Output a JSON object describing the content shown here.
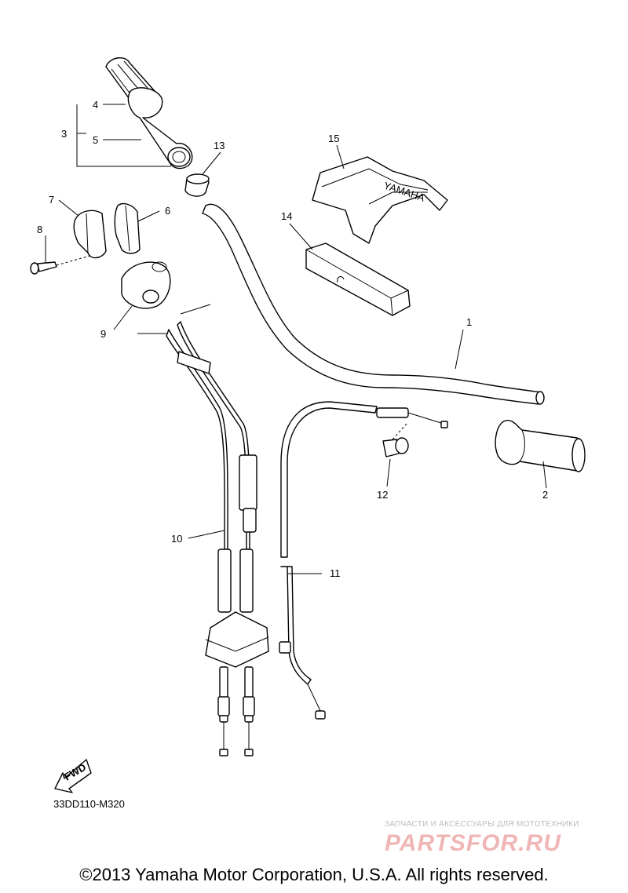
{
  "diagram": {
    "callouts": [
      {
        "id": "1",
        "label": "1"
      },
      {
        "id": "2",
        "label": "2"
      },
      {
        "id": "3",
        "label": "3"
      },
      {
        "id": "4",
        "label": "4"
      },
      {
        "id": "5",
        "label": "5"
      },
      {
        "id": "6",
        "label": "6"
      },
      {
        "id": "7",
        "label": "7"
      },
      {
        "id": "8",
        "label": "8"
      },
      {
        "id": "9",
        "label": "9"
      },
      {
        "id": "10",
        "label": "10"
      },
      {
        "id": "11",
        "label": "11"
      },
      {
        "id": "12",
        "label": "12"
      },
      {
        "id": "13",
        "label": "13"
      },
      {
        "id": "14",
        "label": "14"
      },
      {
        "id": "15",
        "label": "15"
      }
    ],
    "fwd_label": "FWD",
    "code": "33DD110-M320",
    "cover_logo_text": "YAMAHA",
    "colors": {
      "line": "#000000",
      "watermark_text": "#bbbbbb",
      "watermark_logo": "#f0b6b6"
    }
  },
  "watermark": {
    "caption": "ЗАПЧАСТИ И АКСЕССУАРЫ ДЛЯ МОТОТЕХНИКИ",
    "logo": "PARTSFOR.RU"
  },
  "footer": {
    "copyright": "©2013 Yamaha Motor Corporation, U.S.A. All rights reserved."
  }
}
